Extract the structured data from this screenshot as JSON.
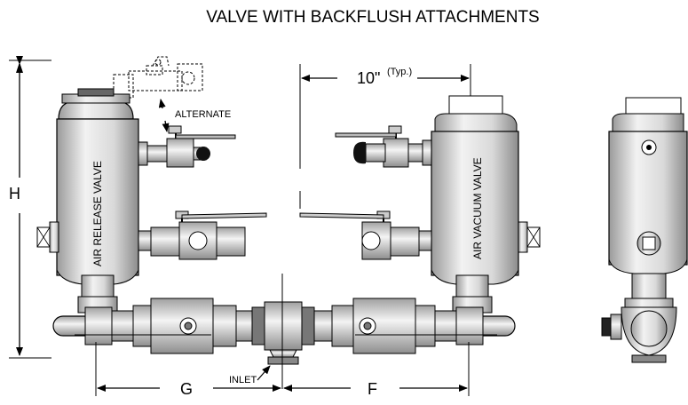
{
  "title": "VALVE WITH BACKFLUSH ATTACHMENTS",
  "labels": {
    "air_release": "AIR RELEASE VALVE",
    "air_vacuum": "AIR VACUUM VALVE",
    "alternate": "ALTERNATE",
    "inlet": "INLET",
    "dim_h": "H",
    "dim_g": "G",
    "dim_f": "F",
    "dim_spacing": "10\"",
    "dim_spacing_note": "(Typ.)"
  }
}
